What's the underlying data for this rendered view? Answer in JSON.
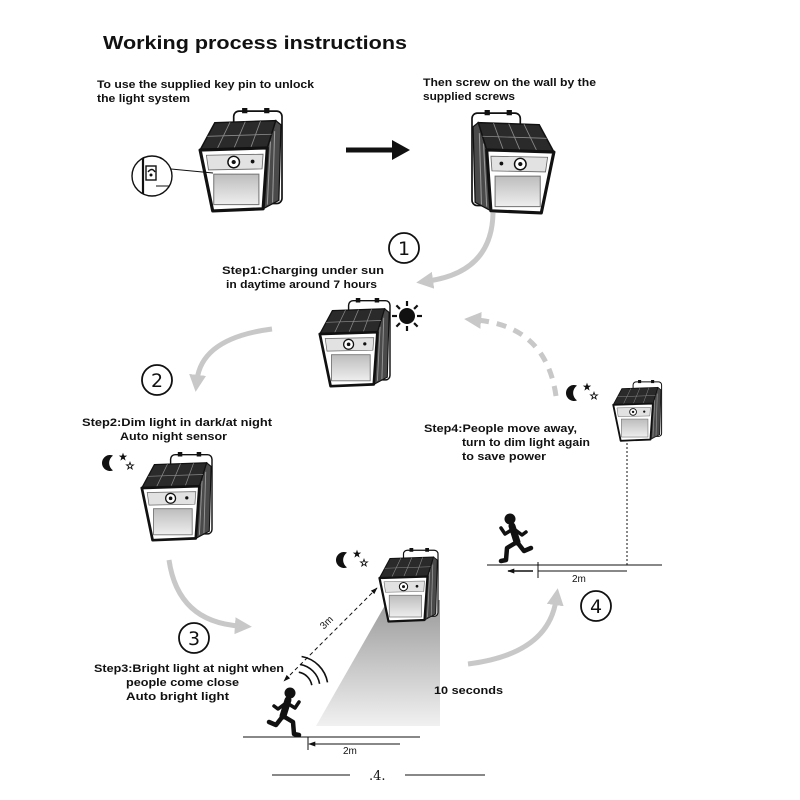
{
  "title": "Working process instructions",
  "intro": {
    "unlock": [
      "To use the supplied key pin to unlock",
      "the light system"
    ],
    "mount": [
      "Then screw on the wall by the",
      "supplied screws"
    ]
  },
  "steps": [
    {
      "number": "1",
      "lines": [
        "Step1:Charging under sun",
        "in daytime around 7 hours"
      ]
    },
    {
      "number": "2",
      "lines": [
        "Step2:Dim light in dark/at night",
        "Auto night sensor"
      ]
    },
    {
      "number": "3",
      "lines": [
        "Step3:Bright light at night when",
        "people come close",
        "Auto bright light"
      ]
    },
    {
      "number": "4",
      "lines": [
        "Step4:People move away,",
        "turn to dim light again",
        "to save power"
      ]
    }
  ],
  "measurements": {
    "sensor_range": "3m",
    "approach_distance": "2m",
    "leave_distance": "2m",
    "delay": "10 seconds"
  },
  "icons": [
    "key-pin-icon",
    "solar-light-icon",
    "sun-icon",
    "moon-icon",
    "star-icon",
    "running-person-icon",
    "motion-wave-icon",
    "light-beam-icon"
  ],
  "page_number": ".4.",
  "colors": {
    "ink": "#111111",
    "arrow": "#c8c8c8"
  }
}
